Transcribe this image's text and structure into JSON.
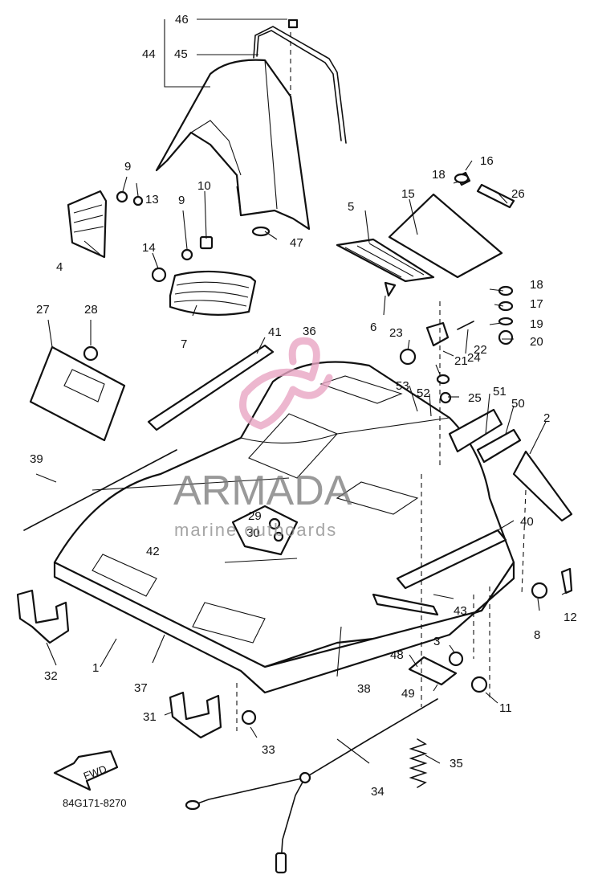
{
  "diagram": {
    "code": "84G171-8270",
    "fwd_label": "FWD",
    "labels": [
      "46",
      "45",
      "44",
      "9",
      "13",
      "10",
      "9",
      "14",
      "4",
      "7",
      "15",
      "5",
      "16",
      "18",
      "26",
      "47",
      "18",
      "17",
      "19",
      "20",
      "28",
      "27",
      "41",
      "36",
      "6",
      "23",
      "22",
      "21",
      "24",
      "53",
      "52",
      "25",
      "51",
      "50",
      "2",
      "39",
      "29",
      "30",
      "42",
      "40",
      "43",
      "12",
      "8",
      "3",
      "48",
      "49",
      "11",
      "32",
      "1",
      "37",
      "38",
      "31",
      "33",
      "34",
      "35"
    ]
  },
  "watermark": {
    "brand": "ARMADA",
    "tagline": "marine outboards",
    "logo_color": "#e9a6c4",
    "text_color": "#777777"
  }
}
